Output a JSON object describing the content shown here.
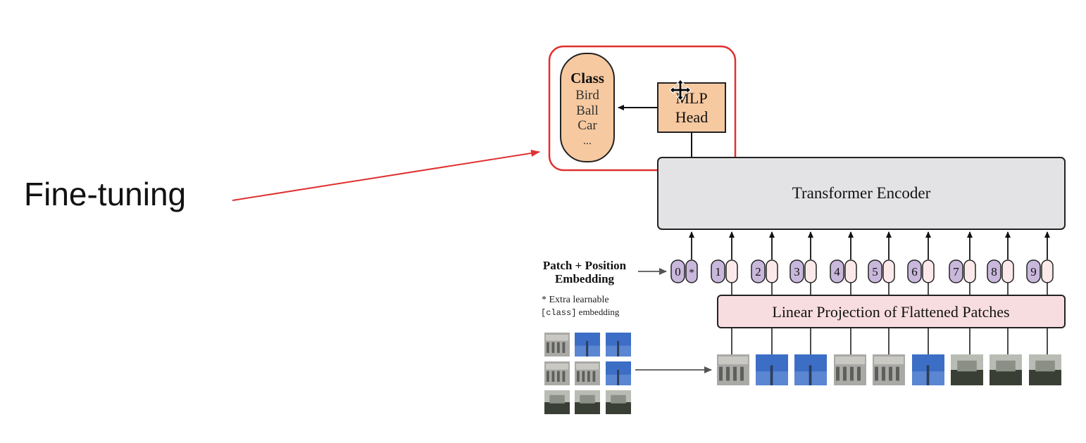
{
  "annotation": {
    "label": "Fine-tuning",
    "color": "#e03030"
  },
  "class_box": {
    "title": "Class",
    "items": [
      "Bird",
      "Ball",
      "Car",
      "..."
    ]
  },
  "mlp_head": {
    "line1": "MLP",
    "line2": "Head"
  },
  "encoder": {
    "label": "Transformer Encoder"
  },
  "projection": {
    "label": "Linear Projection of Flattened Patches"
  },
  "embedding_label": {
    "line1": "Patch + Position",
    "line2": "Embedding"
  },
  "extra_note": {
    "line1": "* Extra learnable",
    "code": "[class]",
    "line2_suffix": " embedding"
  },
  "tokens": [
    "0",
    "1",
    "2",
    "3",
    "4",
    "5",
    "6",
    "7",
    "8",
    "9"
  ],
  "class_token_marker": "*",
  "cursor_icon": "move-cursor-icon",
  "colors": {
    "class_fill": "#f6c9a0",
    "encoder_fill": "#e3e3e5",
    "projection_fill": "#f8dde0",
    "token_fill": "#c9b8dc",
    "patch_sky": "#3e6fc4",
    "patch_building": "#9a9a98"
  },
  "patches": [
    "building",
    "sky",
    "sky",
    "building",
    "building",
    "sky",
    "dark",
    "dark",
    "dark"
  ]
}
